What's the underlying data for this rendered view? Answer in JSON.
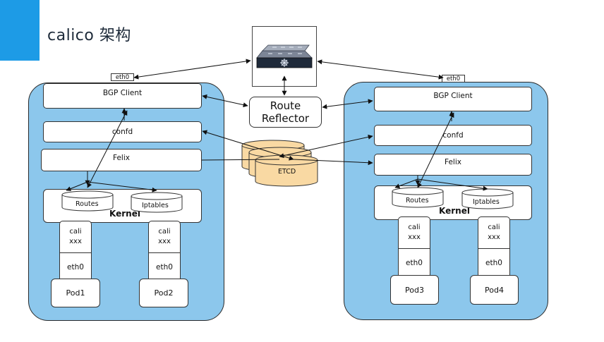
{
  "header": {
    "title": "calico 架构"
  },
  "route_reflector": {
    "line1": "Route",
    "line2": "Reflector"
  },
  "etcd": {
    "back1": "ETCD",
    "back2": "ETCD",
    "front": "ETCD"
  },
  "left_node": {
    "eth_label": "eth0",
    "bgp_client": "BGP Client",
    "confd": "confd",
    "felix": "Felix",
    "kernel": "Kernel",
    "routes": "Routes",
    "iptables": "Iptables",
    "ifaces": [
      {
        "cali1": "cali",
        "cali2": "xxx",
        "eth": "eth0",
        "pod": "Pod1"
      },
      {
        "cali1": "cali",
        "cali2": "xxx",
        "eth": "eth0",
        "pod": "Pod2"
      }
    ]
  },
  "right_node": {
    "eth_label": "eth0",
    "bgp_client": "BGP Client",
    "confd": "confd",
    "felix": "Felix",
    "kernel": "Kernel",
    "routes": "Routes",
    "iptables": "Iptables",
    "ifaces": [
      {
        "cali1": "cali",
        "cali2": "xxx",
        "eth": "eth0",
        "pod": "Pod3"
      },
      {
        "cali1": "cali",
        "cali2": "xxx",
        "eth": "eth0",
        "pod": "Pod4"
      }
    ]
  },
  "colors": {
    "accent": "#1d9be6",
    "node_fill": "#8cc7ec",
    "etcd_fill": "#f9d9a3"
  },
  "icons": {
    "switch": "network-switch-icon"
  }
}
